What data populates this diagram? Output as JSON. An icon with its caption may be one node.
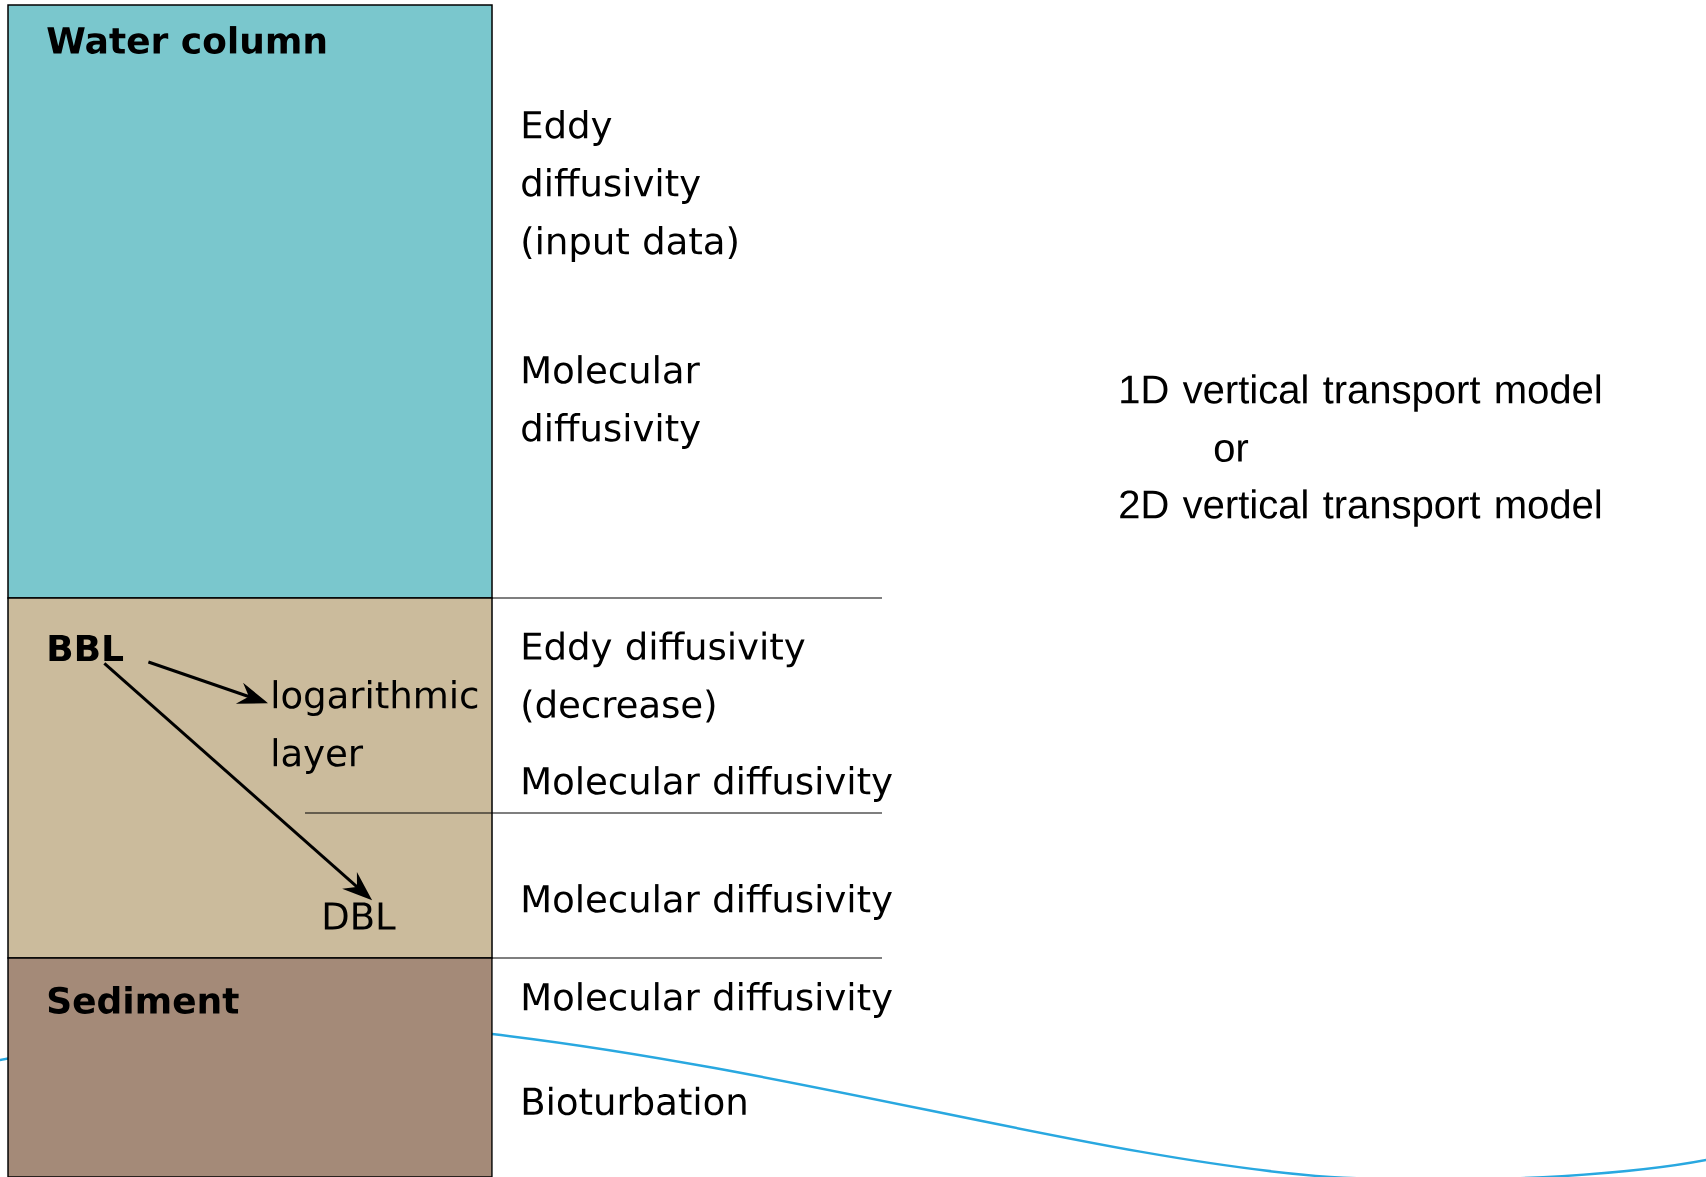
{
  "diagram": {
    "nodes": [
      {
        "text": [
          "Water column"
        ]
      },
      {
        "text": [],
        "shape": "box"
      },
      {
        "text": [
          "BBL"
        ],
        "in": 1
      },
      {
        "text": [
          "logarithmic layer"
        ],
        "in": 1
      },
      {
        "text": [
          "DBL"
        ],
        "in": 1
      },
      {
        "text": [
          "Sediment"
        ]
      }
    ],
    "edges": [
      {
        "from": 2,
        "to": 3,
        "arrow": "to"
      },
      {
        "from": 2,
        "to": 4,
        "arrow": "to"
      }
    ],
    "labels": [
      "Eddy diffusivity (input data)",
      "Molecular diffusivity",
      "1D vertical transport model",
      "or",
      "2D vertical transport  model",
      "Eddy diffusivity (decrease)",
      "Molecular diffusivity",
      "Molecular diffusivity",
      "Molecular diffusivity",
      "Bioturbation"
    ]
  }
}
